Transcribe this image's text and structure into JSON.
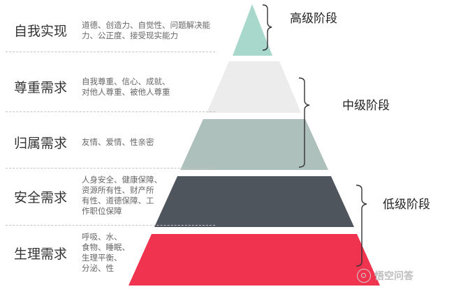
{
  "levels": [
    {
      "name": "自我实现",
      "description": [
        "道德、创造力、自觉性、问题解决能",
        "力、公正度、接受现实能力"
      ],
      "color": "#a8d8cb"
    },
    {
      "name": "尊重需求",
      "description": [
        "自我尊重、信心、成就、",
        "对他人尊重、被他人尊重"
      ],
      "color": "#ececec"
    },
    {
      "name": "归属需求",
      "description": [
        "友情、爱情、性亲密"
      ],
      "color": "#aec0bc"
    },
    {
      "name": "安全需求",
      "description": [
        "人身安全、健康保障、",
        "资源所有性、财产所",
        "有性、道德保障、工",
        "作职位保障"
      ],
      "color": "#4f555c"
    },
    {
      "name": "生理需求",
      "description": [
        "呼吸、水、",
        "食物、睡眠、",
        "生理平衡、",
        "分泌、性"
      ],
      "color": "#f0334e"
    }
  ],
  "stages": {
    "high": "高级阶段",
    "middle": "中级阶段",
    "low": "低级阶段"
  },
  "watermark": {
    "text": "悟空问答",
    "icon": "wukong-logo-icon"
  }
}
